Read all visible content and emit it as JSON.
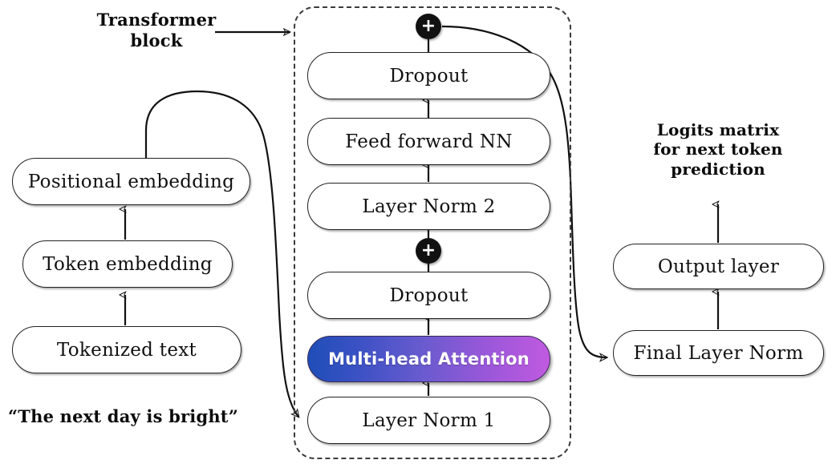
{
  "diagram": {
    "title": "GPT transformer architecture diagram",
    "background": "#ffffff",
    "accent_gradient_from": "#1f4eb8",
    "accent_gradient_mid": "#6a5bcf",
    "accent_gradient_to": "#c05ae0",
    "stroke_color": "#111111"
  },
  "annotations": {
    "transformer_block": "Transformer\nblock",
    "input_sentence": "“The next day is bright”",
    "logits_note": "Logits matrix\nfor next token\nprediction"
  },
  "left_column": {
    "nodes": [
      {
        "id": "positional-embedding",
        "label": "Positional embedding"
      },
      {
        "id": "token-embedding",
        "label": "Token embedding"
      },
      {
        "id": "tokenized-text",
        "label": "Tokenized text"
      }
    ]
  },
  "transformer_block": {
    "nodes": [
      {
        "id": "dropout-2",
        "label": "Dropout",
        "kind": "plain"
      },
      {
        "id": "feed-forward-nn",
        "label": "Feed forward NN",
        "kind": "plain"
      },
      {
        "id": "layer-norm-2",
        "label": "Layer Norm 2",
        "kind": "plain"
      },
      {
        "id": "dropout-1",
        "label": "Dropout",
        "kind": "plain"
      },
      {
        "id": "multi-head-attention",
        "label": "Multi-head Attention",
        "kind": "gradient"
      },
      {
        "id": "layer-norm-1",
        "label": "Layer Norm 1",
        "kind": "plain"
      }
    ],
    "adders": [
      {
        "id": "residual-add-top",
        "symbol": "+"
      },
      {
        "id": "residual-add-mid",
        "symbol": "+"
      }
    ]
  },
  "right_column": {
    "nodes": [
      {
        "id": "output-layer",
        "label": "Output layer"
      },
      {
        "id": "final-layer-norm",
        "label": "Final Layer Norm"
      }
    ]
  }
}
